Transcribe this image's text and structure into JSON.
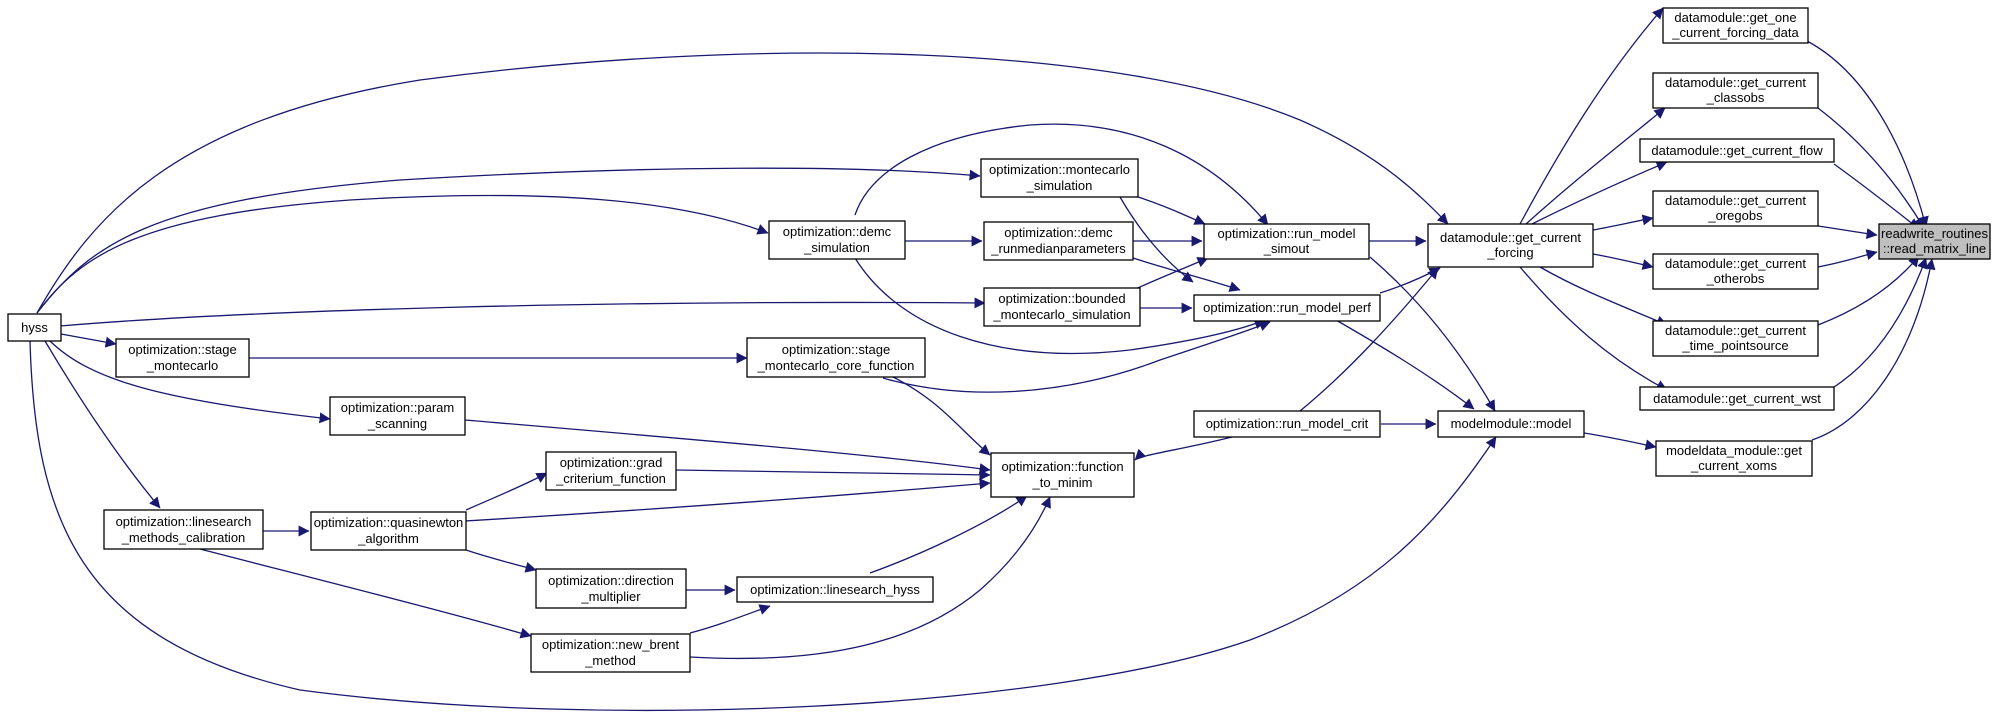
{
  "graph": {
    "edge_color": "#191970",
    "root_fill": "#bfbfbf",
    "nodes": [
      {
        "id": "rw",
        "lines": [
          "readwrite_routines",
          "::read_matrix_line"
        ],
        "root": true
      },
      {
        "id": "gofd",
        "lines": [
          "datamodule::get_one",
          "_current_forcing_data"
        ]
      },
      {
        "id": "gcc",
        "lines": [
          "datamodule::get_current",
          "_classobs"
        ]
      },
      {
        "id": "gcfl",
        "lines": [
          "datamodule::get_current_flow"
        ]
      },
      {
        "id": "gco",
        "lines": [
          "datamodule::get_current",
          "_oregobs"
        ]
      },
      {
        "id": "gcot",
        "lines": [
          "datamodule::get_current",
          "_otherobs"
        ]
      },
      {
        "id": "gctp",
        "lines": [
          "datamodule::get_current",
          "_time_pointsource"
        ]
      },
      {
        "id": "gcw",
        "lines": [
          "datamodule::get_current_wst"
        ]
      },
      {
        "id": "mdx",
        "lines": [
          "modeldata_module::get",
          "_current_xoms"
        ]
      },
      {
        "id": "gcf",
        "lines": [
          "datamodule::get_current",
          "_forcing"
        ]
      },
      {
        "id": "mm",
        "lines": [
          "modelmodule::model"
        ]
      },
      {
        "id": "rms",
        "lines": [
          "optimization::run_model",
          "_simout"
        ]
      },
      {
        "id": "rmp",
        "lines": [
          "optimization::run_model_perf"
        ]
      },
      {
        "id": "rmc",
        "lines": [
          "optimization::run_model_crit"
        ]
      },
      {
        "id": "mcs",
        "lines": [
          "optimization::montecarlo",
          "_simulation"
        ]
      },
      {
        "id": "drm",
        "lines": [
          "optimization::demc",
          "_runmedianparameters"
        ]
      },
      {
        "id": "bms",
        "lines": [
          "optimization::bounded",
          "_montecarlo_simulation"
        ]
      },
      {
        "id": "ftm",
        "lines": [
          "optimization::function",
          "_to_minim"
        ]
      },
      {
        "id": "ds",
        "lines": [
          "optimization::demc",
          "_simulation"
        ]
      },
      {
        "id": "smcf",
        "lines": [
          "optimization::stage",
          "_montecarlo_core_function"
        ]
      },
      {
        "id": "sm",
        "lines": [
          "optimization::stage",
          "_montecarlo"
        ]
      },
      {
        "id": "ps",
        "lines": [
          "optimization::param",
          "_scanning"
        ]
      },
      {
        "id": "gcr",
        "lines": [
          "optimization::grad",
          "_criterium_function"
        ]
      },
      {
        "id": "qa",
        "lines": [
          "optimization::quasinewton",
          "_algorithm"
        ]
      },
      {
        "id": "lmc",
        "lines": [
          "optimization::linesearch",
          "_methods_calibration"
        ]
      },
      {
        "id": "dm",
        "lines": [
          "optimization::direction",
          "_multiplier"
        ]
      },
      {
        "id": "lh",
        "lines": [
          "optimization::linesearch_hyss"
        ]
      },
      {
        "id": "nbm",
        "lines": [
          "optimization::new_brent",
          "_method"
        ]
      },
      {
        "id": "hyss",
        "lines": [
          "hyss"
        ]
      }
    ]
  }
}
